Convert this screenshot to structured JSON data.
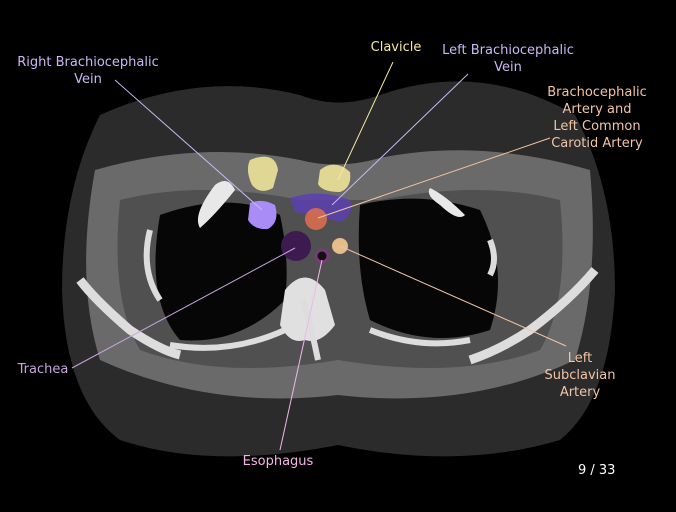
{
  "labels": {
    "right_brachiocephalic_vein": "Right Brachiocephalic\nVein",
    "clavicle": "Clavicle",
    "left_brachiocephalic_vein": "Left Brachiocephalic\nVein",
    "brachiocephalic_artery": "Brachocephalic\nArtery and\nLeft Common\nCarotid Artery",
    "left_subclavian_artery": "Left\nSubclavian\nArtery",
    "trachea": "Trachea",
    "esophagus": "Esophagus"
  },
  "pagination": {
    "current": 9,
    "total": 33,
    "text": "9 / 33"
  },
  "colors": {
    "vein": "#c9b8f4",
    "clavicle": "#f4ea9c",
    "artery": "#f1c4a6",
    "subclavian": "#f6c890",
    "trachea": "#3d1a4f",
    "esophagus": "#f3b6e6"
  }
}
